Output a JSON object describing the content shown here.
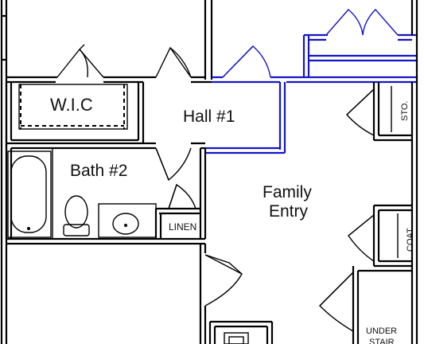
{
  "rooms": {
    "wic": "W.I.C",
    "hall": "Hall #1",
    "bath": "Bath #2",
    "family_line1": "Family",
    "family_line2": "Entry",
    "linen": "LINEN",
    "sto": "STO.",
    "coat": "COAT",
    "under_line1": "UNDER",
    "under_line2": "STAIR"
  },
  "colors": {
    "wall": "#000000",
    "highlight": "#1414c8",
    "background": "#ffffff"
  }
}
